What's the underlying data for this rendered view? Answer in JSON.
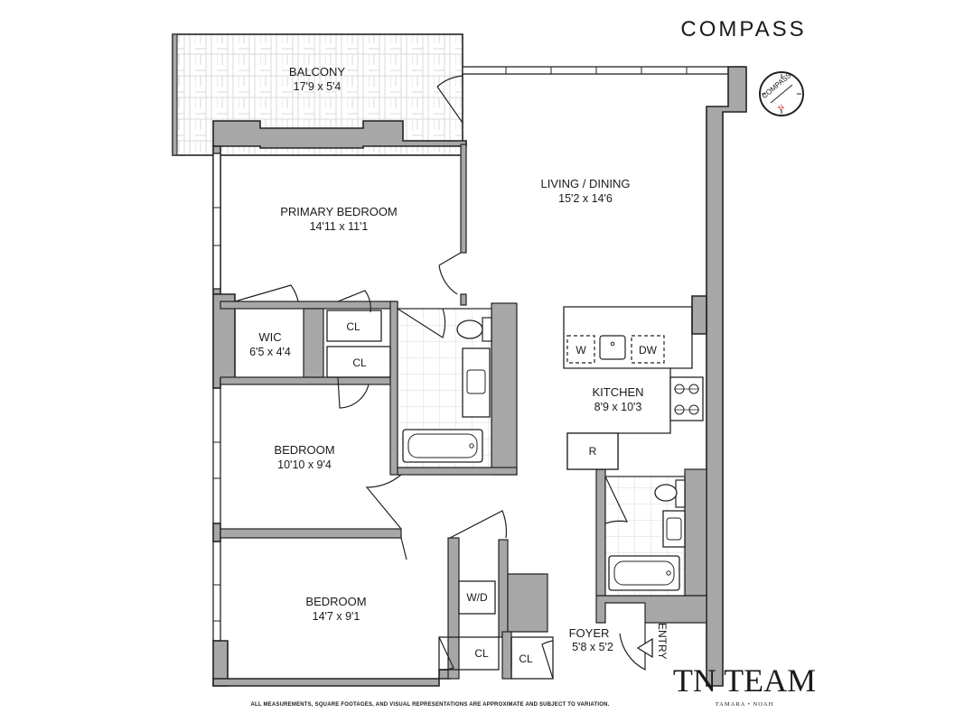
{
  "brand": {
    "name": "COMPASS"
  },
  "compass_rose": {
    "label": "COMPASS",
    "north_label": "N"
  },
  "rooms": {
    "balcony": {
      "name": "BALCONY",
      "dims": "17'9 x 5'4"
    },
    "living_dining": {
      "name": "LIVING / DINING",
      "dims": "15'2 x 14'6"
    },
    "primary_bedroom": {
      "name": "PRIMARY BEDROOM",
      "dims": "14'11 x 11'1"
    },
    "wic": {
      "name": "WIC",
      "dims": "6'5 x 4'4"
    },
    "kitchen": {
      "name": "KITCHEN",
      "dims": "8'9 x 10'3"
    },
    "bedroom_2": {
      "name": "BEDROOM",
      "dims": "10'10 x 9'4"
    },
    "bedroom_3": {
      "name": "BEDROOM",
      "dims": "14'7 x 9'1"
    },
    "foyer": {
      "name": "FOYER",
      "dims": "5'8 x 5'2"
    }
  },
  "fixtures": {
    "closet_1": "CL",
    "closet_2": "CL",
    "closet_3": "CL",
    "closet_4": "CL",
    "washer": "W",
    "dishwasher": "DW",
    "refrigerator": "R",
    "washer_dryer": "W/D"
  },
  "entry_label": "ENTRY",
  "team": {
    "name": "TN TEAM",
    "subtitle": "TAMARA • NOAH"
  },
  "disclaimer": "ALL MEASUREMENTS, SQUARE FOOTAGES, AND VISUAL REPRESENTATIONS ARE APPROXIMATE AND SUBJECT TO VARIATION.",
  "colors": {
    "wall": "#a7a7a7",
    "line": "#222222",
    "background": "#ffffff",
    "accent_north": "#d0312d"
  }
}
